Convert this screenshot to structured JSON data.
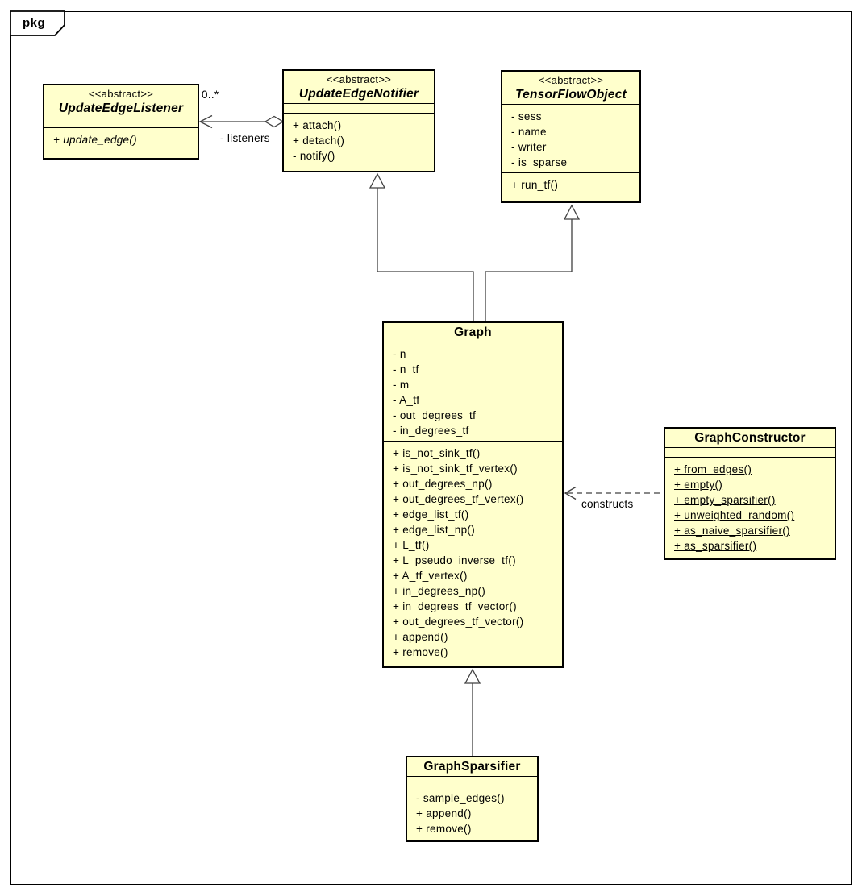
{
  "package": {
    "tag_label": "pkg"
  },
  "colors": {
    "class_fill": "#ffffcc",
    "class_border": "#000000",
    "connector_line": "#404040",
    "background": "#ffffff"
  },
  "classes": {
    "update_edge_listener": {
      "stereotype": "<<abstract>>",
      "name": "UpdateEdgeListener",
      "attributes": [],
      "methods": [
        "+ update_edge()"
      ]
    },
    "update_edge_notifier": {
      "stereotype": "<<abstract>>",
      "name": "UpdateEdgeNotifier",
      "attributes": [],
      "methods": [
        "+ attach()",
        "+ detach()",
        "- notify()"
      ]
    },
    "tensor_flow_object": {
      "stereotype": "<<abstract>>",
      "name": "TensorFlowObject",
      "attributes": [
        "- sess",
        "- name",
        "- writer",
        "- is_sparse"
      ],
      "methods": [
        "+ run_tf()"
      ]
    },
    "graph": {
      "name": "Graph",
      "attributes": [
        "- n",
        "- n_tf",
        "- m",
        "- A_tf",
        "- out_degrees_tf",
        "- in_degrees_tf"
      ],
      "methods": [
        "+ is_not_sink_tf()",
        "+ is_not_sink_tf_vertex()",
        "+ out_degrees_np()",
        "+ out_degrees_tf_vertex()",
        "+ edge_list_tf()",
        "+ edge_list_np()",
        "+ L_tf()",
        "+ L_pseudo_inverse_tf()",
        "+ A_tf_vertex()",
        "+ in_degrees_np()",
        "+ in_degrees_tf_vector()",
        "+ out_degrees_tf_vector()",
        "+ append()",
        "+ remove()"
      ]
    },
    "graph_constructor": {
      "name": "GraphConstructor",
      "attributes": [],
      "methods": [
        "+ from_edges()",
        "+ empty()",
        "+ empty_sparsifier()",
        "+ unweighted_random()",
        "+ as_naive_sparsifier()",
        "+ as_sparsifier()"
      ]
    },
    "graph_sparsifier": {
      "name": "GraphSparsifier",
      "attributes": [],
      "methods": [
        "- sample_edges()",
        "+ append()",
        "+ remove()"
      ]
    }
  },
  "relations": {
    "listeners_aggregation": {
      "multiplicity": "0..*",
      "role_label": "- listeners"
    },
    "constructs_dependency": {
      "label": "constructs"
    }
  }
}
